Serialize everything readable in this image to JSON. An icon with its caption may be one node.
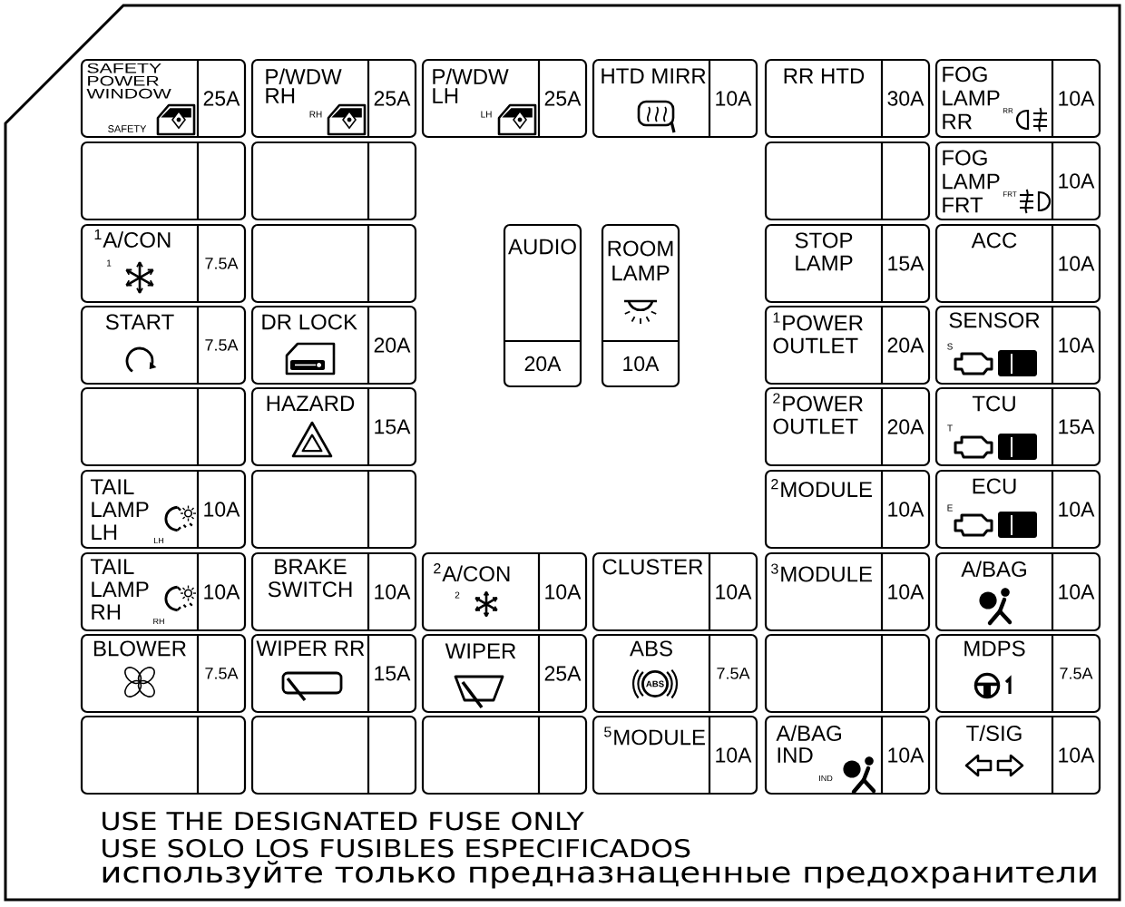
{
  "diagram": {
    "nodes": [
      {
        "text": [
          "USE THE DESIGNATED FUSE ONLY",
          "USE SOLO LOS FUSIBLES ESPECIFICADOS",
          "используйте только предназнаценные предохранители"
        ]
      },
      {
        "text": [
          "SAFETY POWER WINDOW",
          "SAFETY",
          "25A"
        ],
        "in": 0
      },
      {
        "text": [
          "P/WDW RH",
          "RH",
          "25A"
        ],
        "in": 0
      },
      {
        "text": [
          "P/WDW LH",
          "LH",
          "25A"
        ],
        "in": 0
      },
      {
        "text": [
          "HTD MIRR",
          "10A"
        ],
        "in": 0
      },
      {
        "text": [
          "RR HTD",
          "30A"
        ],
        "in": 0
      },
      {
        "text": [
          "FOG LAMP RR",
          "RR",
          "10A"
        ],
        "in": 0
      },
      {
        "text": [],
        "shape": "box",
        "in": 0
      },
      {
        "text": [],
        "shape": "box",
        "in": 0
      },
      {
        "text": [],
        "shape": "box",
        "in": 0
      },
      {
        "text": [
          "FOG LAMP FRT",
          "FRT",
          "10A"
        ],
        "in": 0
      },
      {
        "text": [
          "$^{1}$A/CON",
          "1",
          "7.5A"
        ],
        "in": 0
      },
      {
        "text": [],
        "shape": "box",
        "in": 0
      },
      {
        "text": [
          "AUDIO",
          "20A"
        ],
        "in": 0
      },
      {
        "text": [
          "ROOM LAMP",
          "10A"
        ],
        "in": 0
      },
      {
        "text": [
          "STOP LAMP",
          "15A"
        ],
        "in": 0
      },
      {
        "text": [
          "ACC",
          "10A"
        ],
        "in": 0
      },
      {
        "text": [
          "START",
          "7.5A"
        ],
        "in": 0
      },
      {
        "text": [
          "DR LOCK",
          "20A"
        ],
        "in": 0
      },
      {
        "text": [
          "$^{1}$POWER OUTLET",
          "20A"
        ],
        "in": 0
      },
      {
        "text": [
          "SENSOR",
          "S",
          "10A"
        ],
        "in": 0
      },
      {
        "text": [],
        "shape": "box",
        "in": 0
      },
      {
        "text": [
          "HAZARD",
          "15A"
        ],
        "in": 0
      },
      {
        "text": [
          "$^{2}$POWER OUTLET",
          "20A"
        ],
        "in": 0
      },
      {
        "text": [
          "TCU",
          "T",
          "15A"
        ],
        "in": 0
      },
      {
        "text": [
          "TAIL LAMP LH",
          "LH",
          "10A"
        ],
        "in": 0
      },
      {
        "text": [],
        "shape": "box",
        "in": 0
      },
      {
        "text": [
          "$^{2}$MODULE",
          "10A"
        ],
        "in": 0
      },
      {
        "text": [
          "ECU",
          "E",
          "10A"
        ],
        "in": 0
      },
      {
        "text": [
          "TAIL LAMP RH",
          "RH",
          "10A"
        ],
        "in": 0
      },
      {
        "text": [
          "BRAKE SWITCH",
          "10A"
        ],
        "in": 0
      },
      {
        "text": [
          "$^{2}$A/CON",
          "2",
          "10A"
        ],
        "in": 0
      },
      {
        "text": [
          "CLUSTER",
          "10A"
        ],
        "in": 0
      },
      {
        "text": [
          "$^{3}$MODULE",
          "10A"
        ],
        "in": 0
      },
      {
        "text": [
          "A/BAG",
          "10A"
        ],
        "in": 0
      },
      {
        "text": [
          "BLOWER",
          "7.5A"
        ],
        "in": 0
      },
      {
        "text": [
          "WIPER RR",
          "15A"
        ],
        "in": 0
      },
      {
        "text": [
          "WIPER",
          "25A"
        ],
        "in": 0
      },
      {
        "text": [
          "ABS",
          "ABS",
          "7.5A"
        ],
        "in": 0
      },
      {
        "text": [],
        "shape": "box",
        "in": 0
      },
      {
        "text": [
          "MDPS",
          "7.5A"
        ],
        "in": 0
      },
      {
        "text": [],
        "shape": "box",
        "in": 0
      },
      {
        "text": [],
        "shape": "box",
        "in": 0
      },
      {
        "text": [],
        "shape": "box",
        "in": 0
      },
      {
        "text": [
          "$^{5}$MODULE",
          "10A"
        ],
        "in": 0
      },
      {
        "text": [
          "A/BAG IND",
          "IND",
          "10A"
        ],
        "in": 0
      },
      {
        "text": [
          "T/SIG",
          "10A"
        ],
        "in": 0
      }
    ]
  }
}
